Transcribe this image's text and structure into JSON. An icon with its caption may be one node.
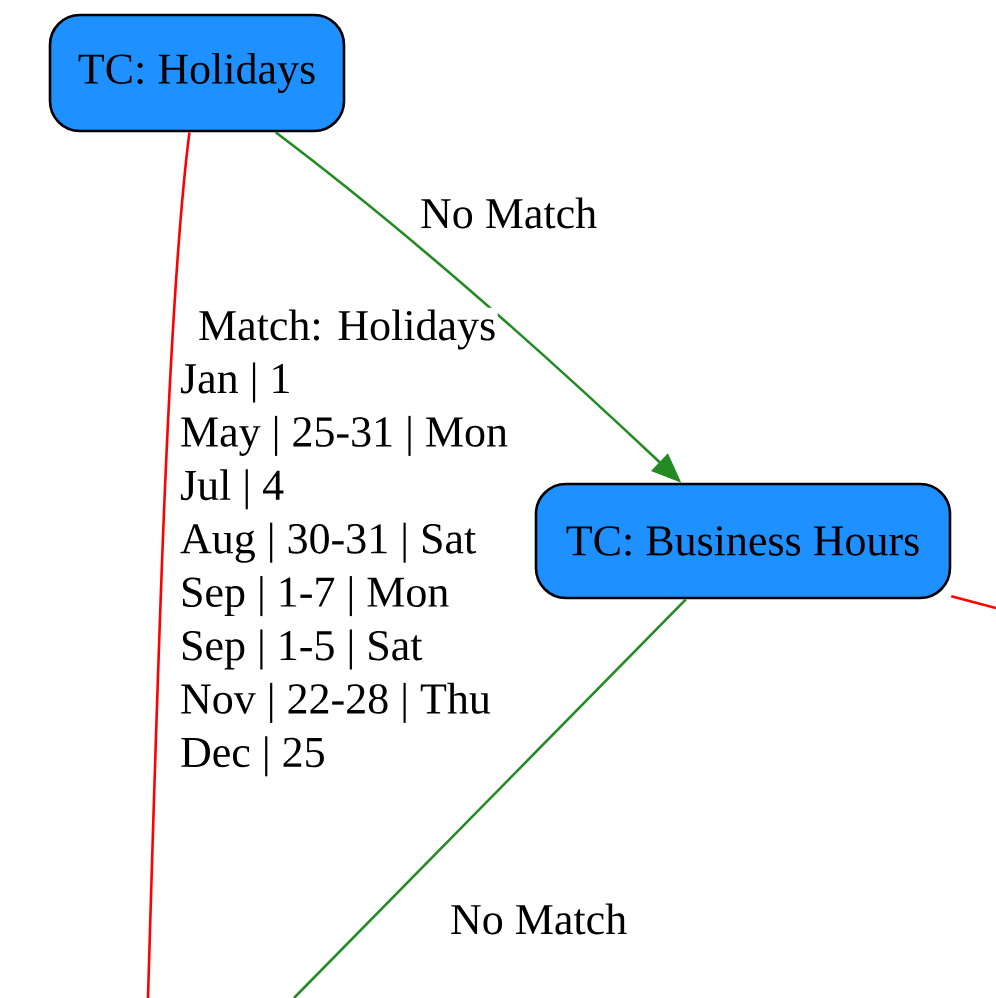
{
  "diagram": {
    "nodes": [
      {
        "text": [
          "TC: Holidays"
        ]
      },
      {
        "text": [
          "TC: Business Hours"
        ]
      }
    ],
    "edges": [
      {
        "from": 0,
        "to": 1,
        "arrow": "to",
        "label": "No Match",
        "color": "#228b22"
      },
      {
        "from": 0,
        "to": null,
        "arrow": "none",
        "label": "Match: Holidays",
        "color": "#ff0000"
      },
      {
        "from": 1,
        "to": null,
        "arrow": "none",
        "label": "No Match",
        "color": "#228b22"
      },
      {
        "from": 1,
        "to": null,
        "arrow": "none",
        "color": "#ff0000"
      }
    ],
    "labels": [
      "Jan | 1",
      "May | 25-31 | Mon",
      "Jul | 4",
      "Aug | 30-31 | Sat",
      "Sep | 1-7 | Mon",
      "Sep | 1-5 | Sat",
      "Nov | 22-28 | Thu",
      "Dec | 25"
    ]
  }
}
